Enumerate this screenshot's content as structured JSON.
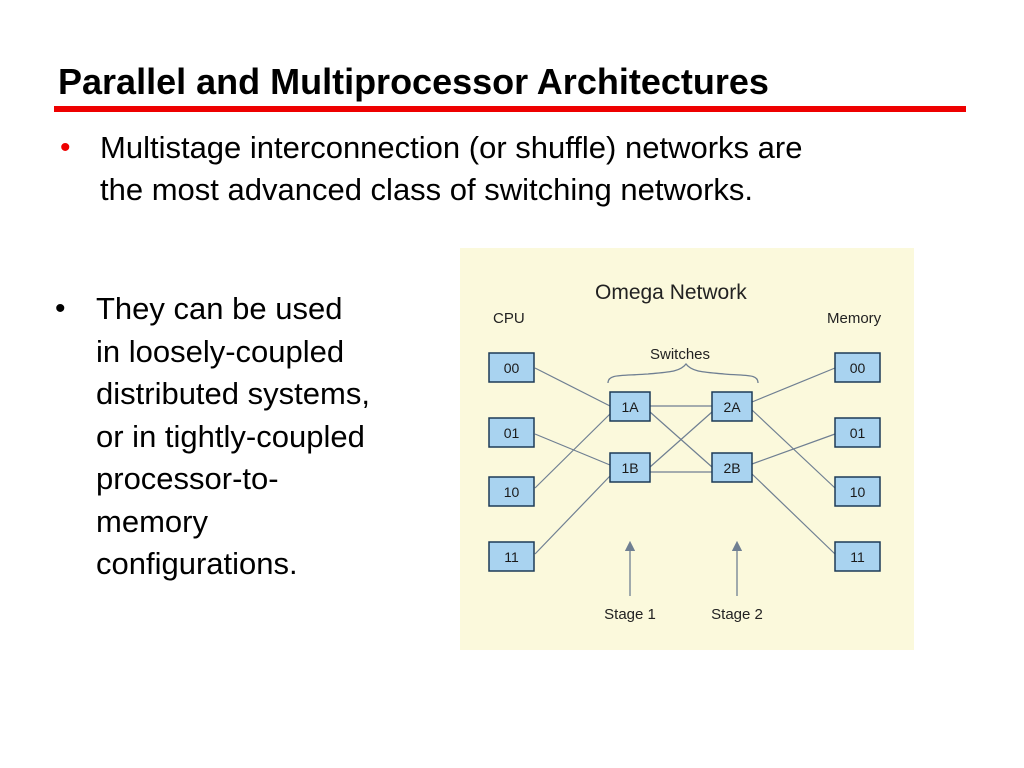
{
  "slide": {
    "title": "Parallel and Multiprocessor Architectures",
    "bullet_marker": "•",
    "bullet_top_lines": [
      "Multistage interconnection (or shuffle) networks are",
      "the most advanced class of switching networks."
    ],
    "bullet_left_lines": [
      "They can be used",
      "in loosely-coupled",
      "distributed systems,",
      "or in tightly-coupled",
      "processor-to-",
      "memory",
      "configurations."
    ]
  },
  "diagram": {
    "title": "Omega Network",
    "cpu_label": "CPU",
    "memory_label": "Memory",
    "switches_label": "Switches",
    "cpu_nodes": [
      "00",
      "01",
      "10",
      "11"
    ],
    "memory_nodes": [
      "00",
      "01",
      "10",
      "11"
    ],
    "stage1_switches": [
      "1A",
      "1B"
    ],
    "stage2_switches": [
      "2A",
      "2B"
    ],
    "stage1_label": "Stage 1",
    "stage2_label": "Stage 2",
    "colors": {
      "title_rule": "#ee0000",
      "node_fill": "#a9d3f0",
      "node_stroke": "#1d3b57",
      "line": "#6f7f92",
      "background": "#fbf9dc"
    }
  }
}
